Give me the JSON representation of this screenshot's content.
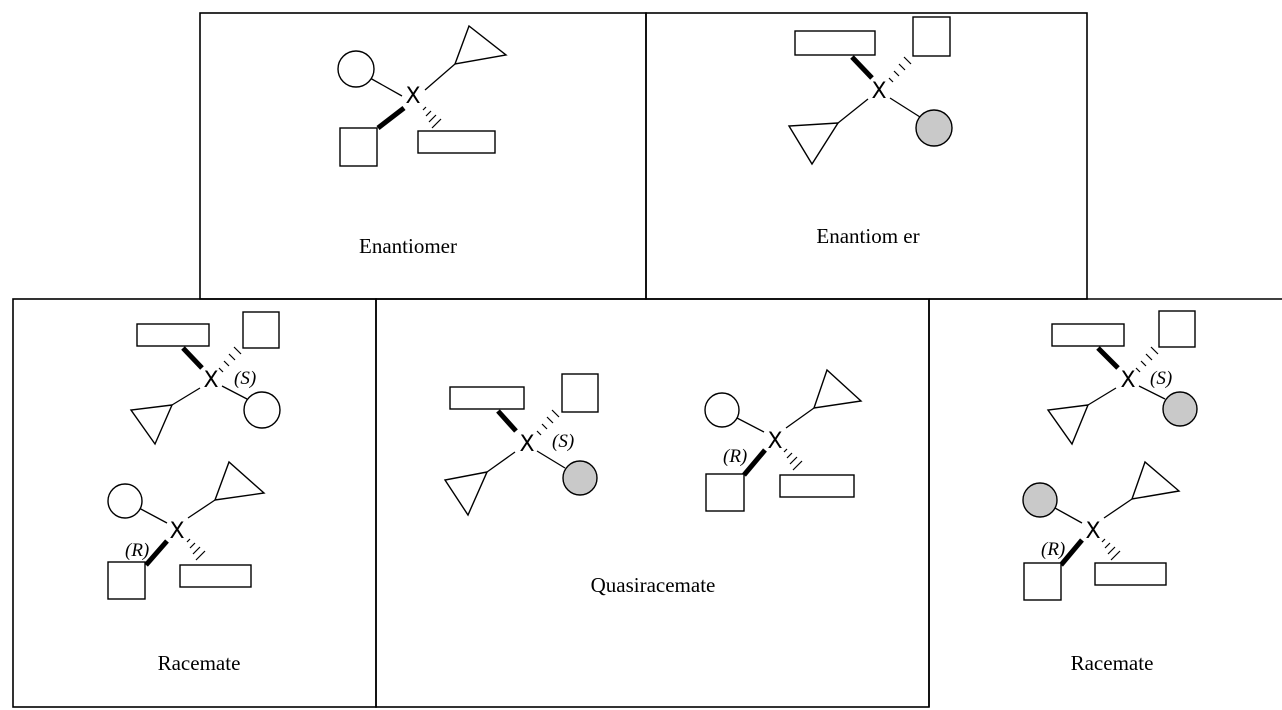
{
  "panels": {
    "top_left": {
      "label": "Enantiomer"
    },
    "top_right": {
      "label": "Enantiom er"
    },
    "bottom_left": {
      "label": "Racemate"
    },
    "bottom_center": {
      "label": "Quasiracemate"
    },
    "bottom_right": {
      "label": "Racemate"
    }
  },
  "molecules": {
    "center_atom": "X",
    "config_s": "(S)",
    "config_r": "(R)"
  },
  "colors": {
    "line": "#000000",
    "shaded_fill": "#c9c9c9",
    "background": "#ffffff"
  }
}
